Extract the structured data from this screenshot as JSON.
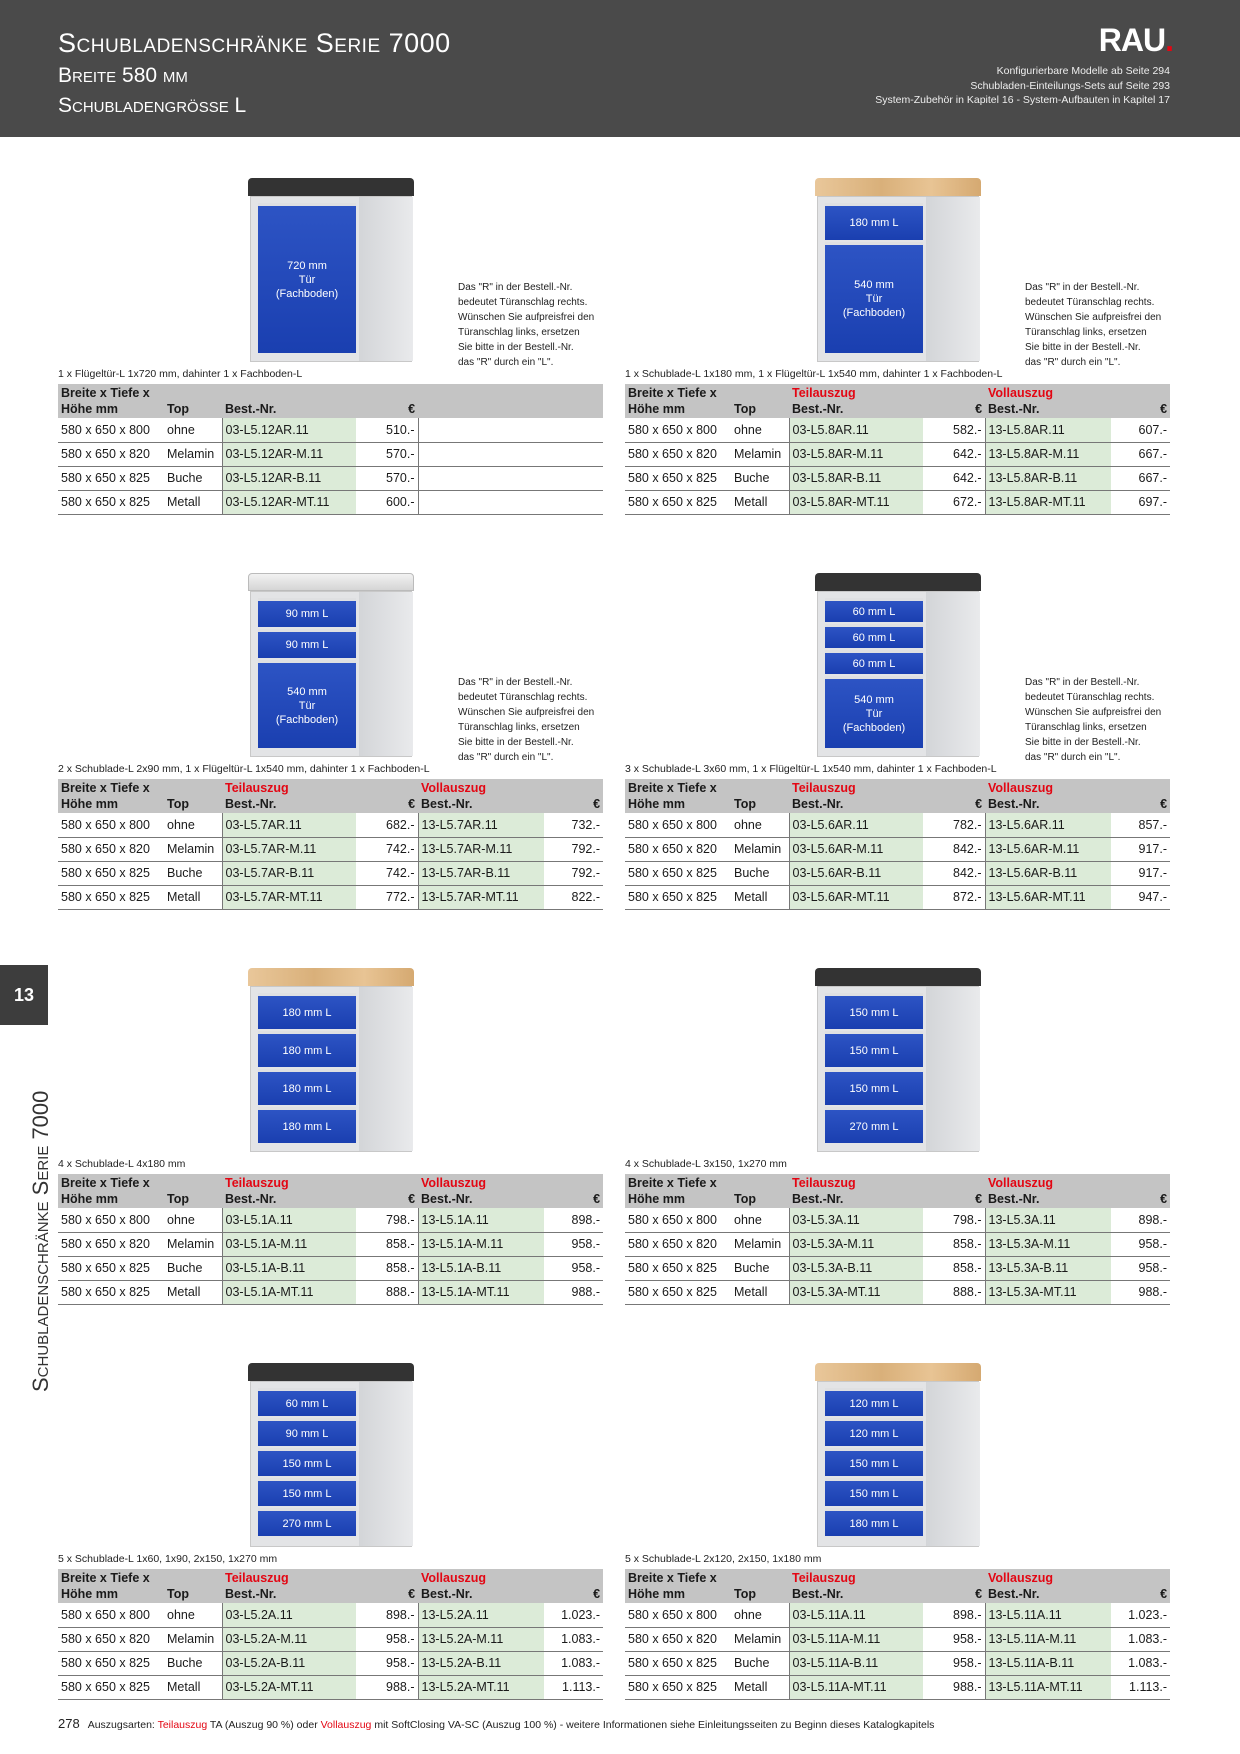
{
  "header": {
    "title": "Schubladenschränke Serie 7000",
    "subtitle1": "Breite 580 mm",
    "subtitle2": "Schubladengrösse L",
    "logo": "RAU",
    "logo_dot": ".",
    "info1": "Konfigurierbare Modelle ab Seite 294",
    "info2": "Schubladen-Einteilungs-Sets auf Seite 293",
    "info3": "System-Zubehör in Kapitel 16 - System-Aufbauten in Kapitel 17"
  },
  "side": {
    "tab": "13",
    "label": "Schubladenschränke Serie 7000"
  },
  "note_r": [
    "Das \"R\" in der Bestell.-Nr.",
    "bedeutet Türanschlag rechts.",
    "Wünschen Sie aufpreisfrei den",
    "Türanschlag links, ersetzen",
    "Sie bitte in der Bestell.-Nr.",
    "das \"R\" durch ein \"L\"."
  ],
  "labels": {
    "col1a": "Breite x Tiefe x",
    "col1b": "Höhe mm",
    "top": "Top",
    "best": "Best.-Nr.",
    "eur": "€",
    "teil": "Teilauszug",
    "voll": "Vollauszug"
  },
  "products": [
    {
      "caption": "1 x Flügeltür-L 1x720 mm, dahinter 1 x Fachboden-L",
      "top": "black",
      "drawers": [
        [
          "720 mm",
          "Tür",
          "(Fachboden)"
        ]
      ],
      "rows": [
        [
          "580 x 650 x 800",
          "ohne",
          "03-L5.12AR.11",
          "510.-"
        ],
        [
          "580 x 650 x 820",
          "Melamin",
          "03-L5.12AR-M.11",
          "570.-"
        ],
        [
          "580 x 650 x 825",
          "Buche",
          "03-L5.12AR-B.11",
          "570.-"
        ],
        [
          "580 x 650 x 825",
          "Metall",
          "03-L5.12AR-MT.11",
          "600.-"
        ]
      ]
    },
    {
      "caption": "1 x Schublade-L 1x180 mm, 1 x Flügeltür-L 1x540 mm, dahinter 1 x Fachboden-L",
      "top": "wood",
      "drawers": [
        [
          "180 mm L"
        ],
        [
          "540 mm",
          "Tür",
          "(Fachboden)"
        ]
      ],
      "rows": [
        [
          "580 x 650 x 800",
          "ohne",
          "03-L5.8AR.11",
          "582.-",
          "13-L5.8AR.11",
          "607.-"
        ],
        [
          "580 x 650 x 820",
          "Melamin",
          "03-L5.8AR-M.11",
          "642.-",
          "13-L5.8AR-M.11",
          "667.-"
        ],
        [
          "580 x 650 x 825",
          "Buche",
          "03-L5.8AR-B.11",
          "642.-",
          "13-L5.8AR-B.11",
          "667.-"
        ],
        [
          "580 x 650 x 825",
          "Metall",
          "03-L5.8AR-MT.11",
          "672.-",
          "13-L5.8AR-MT.11",
          "697.-"
        ]
      ]
    },
    {
      "caption": "2 x Schublade-L 2x90 mm, 1 x Flügeltür-L 1x540 mm, dahinter 1 x Fachboden-L",
      "top": "grey",
      "drawers": [
        [
          "90 mm L"
        ],
        [
          "90 mm L"
        ],
        [
          "540 mm",
          "Tür",
          "(Fachboden)"
        ]
      ],
      "rows": [
        [
          "580 x 650 x 800",
          "ohne",
          "03-L5.7AR.11",
          "682.-",
          "13-L5.7AR.11",
          "732.-"
        ],
        [
          "580 x 650 x 820",
          "Melamin",
          "03-L5.7AR-M.11",
          "742.-",
          "13-L5.7AR-M.11",
          "792.-"
        ],
        [
          "580 x 650 x 825",
          "Buche",
          "03-L5.7AR-B.11",
          "742.-",
          "13-L5.7AR-B.11",
          "792.-"
        ],
        [
          "580 x 650 x 825",
          "Metall",
          "03-L5.7AR-MT.11",
          "772.-",
          "13-L5.7AR-MT.11",
          "822.-"
        ]
      ]
    },
    {
      "caption": "3 x Schublade-L 3x60 mm, 1 x Flügeltür-L 1x540 mm, dahinter 1 x Fachboden-L",
      "top": "black",
      "drawers": [
        [
          "60 mm L"
        ],
        [
          "60 mm L"
        ],
        [
          "60 mm L"
        ],
        [
          "540 mm",
          "Tür",
          "(Fachboden)"
        ]
      ],
      "rows": [
        [
          "580 x 650 x 800",
          "ohne",
          "03-L5.6AR.11",
          "782.-",
          "13-L5.6AR.11",
          "857.-"
        ],
        [
          "580 x 650 x 820",
          "Melamin",
          "03-L5.6AR-M.11",
          "842.-",
          "13-L5.6AR-M.11",
          "917.-"
        ],
        [
          "580 x 650 x 825",
          "Buche",
          "03-L5.6AR-B.11",
          "842.-",
          "13-L5.6AR-B.11",
          "917.-"
        ],
        [
          "580 x 650 x 825",
          "Metall",
          "03-L5.6AR-MT.11",
          "872.-",
          "13-L5.6AR-MT.11",
          "947.-"
        ]
      ]
    },
    {
      "caption": "4 x Schublade-L 4x180 mm",
      "top": "wood",
      "drawers": [
        [
          "180 mm L"
        ],
        [
          "180 mm L"
        ],
        [
          "180 mm L"
        ],
        [
          "180 mm L"
        ]
      ],
      "rows": [
        [
          "580 x 650 x 800",
          "ohne",
          "03-L5.1A.11",
          "798.-",
          "13-L5.1A.11",
          "898.-"
        ],
        [
          "580 x 650 x 820",
          "Melamin",
          "03-L5.1A-M.11",
          "858.-",
          "13-L5.1A-M.11",
          "958.-"
        ],
        [
          "580 x 650 x 825",
          "Buche",
          "03-L5.1A-B.11",
          "858.-",
          "13-L5.1A-B.11",
          "958.-"
        ],
        [
          "580 x 650 x 825",
          "Metall",
          "03-L5.1A-MT.11",
          "888.-",
          "13-L5.1A-MT.11",
          "988.-"
        ]
      ]
    },
    {
      "caption": "4 x Schublade-L 3x150, 1x270 mm",
      "top": "black",
      "drawers": [
        [
          "150 mm L"
        ],
        [
          "150 mm L"
        ],
        [
          "150 mm L"
        ],
        [
          "270 mm L"
        ]
      ],
      "rows": [
        [
          "580 x 650 x 800",
          "ohne",
          "03-L5.3A.11",
          "798.-",
          "13-L5.3A.11",
          "898.-"
        ],
        [
          "580 x 650 x 820",
          "Melamin",
          "03-L5.3A-M.11",
          "858.-",
          "13-L5.3A-M.11",
          "958.-"
        ],
        [
          "580 x 650 x 825",
          "Buche",
          "03-L5.3A-B.11",
          "858.-",
          "13-L5.3A-B.11",
          "958.-"
        ],
        [
          "580 x 650 x 825",
          "Metall",
          "03-L5.3A-MT.11",
          "888.-",
          "13-L5.3A-MT.11",
          "988.-"
        ]
      ]
    },
    {
      "caption": "5 x Schublade-L 1x60, 1x90, 2x150, 1x270 mm",
      "top": "black",
      "drawers": [
        [
          "60 mm L"
        ],
        [
          "90 mm L"
        ],
        [
          "150 mm L"
        ],
        [
          "150 mm L"
        ],
        [
          "270 mm L"
        ]
      ],
      "rows": [
        [
          "580 x 650 x 800",
          "ohne",
          "03-L5.2A.11",
          "898.-",
          "13-L5.2A.11",
          "1.023.-"
        ],
        [
          "580 x 650 x 820",
          "Melamin",
          "03-L5.2A-M.11",
          "958.-",
          "13-L5.2A-M.11",
          "1.083.-"
        ],
        [
          "580 x 650 x 825",
          "Buche",
          "03-L5.2A-B.11",
          "958.-",
          "13-L5.2A-B.11",
          "1.083.-"
        ],
        [
          "580 x 650 x 825",
          "Metall",
          "03-L5.2A-MT.11",
          "988.-",
          "13-L5.2A-MT.11",
          "1.113.-"
        ]
      ]
    },
    {
      "caption": "5 x Schublade-L 2x120, 2x150, 1x180 mm",
      "top": "wood",
      "drawers": [
        [
          "120 mm L"
        ],
        [
          "120 mm L"
        ],
        [
          "150 mm L"
        ],
        [
          "150 mm L"
        ],
        [
          "180 mm L"
        ]
      ],
      "rows": [
        [
          "580 x 650 x 800",
          "ohne",
          "03-L5.11A.11",
          "898.-",
          "13-L5.11A.11",
          "1.023.-"
        ],
        [
          "580 x 650 x 820",
          "Melamin",
          "03-L5.11A-M.11",
          "958.-",
          "13-L5.11A-M.11",
          "1.083.-"
        ],
        [
          "580 x 650 x 825",
          "Buche",
          "03-L5.11A-B.11",
          "958.-",
          "13-L5.11A-B.11",
          "1.083.-"
        ],
        [
          "580 x 650 x 825",
          "Metall",
          "03-L5.11A-MT.11",
          "988.-",
          "13-L5.11A-MT.11",
          "1.113.-"
        ]
      ]
    }
  ],
  "footer": {
    "page": "278",
    "t1": "Auszugsarten: ",
    "teil": "Teilauszug",
    "t2": " TA (Auszug 90 %)  oder  ",
    "voll": "Vollauszug",
    "t3": " mit SoftClosing VA-SC (Auszug 100 %) -  weitere Informationen siehe Einleitungsseiten zu Beginn dieses Katalogkapitels"
  },
  "colors": {
    "header_bg": "#4a4a4a",
    "accent_red": "#e30613",
    "drawer_blue": "#1f46b8",
    "table_head": "#c4c4c4",
    "cell_green": "#dcebd8"
  }
}
